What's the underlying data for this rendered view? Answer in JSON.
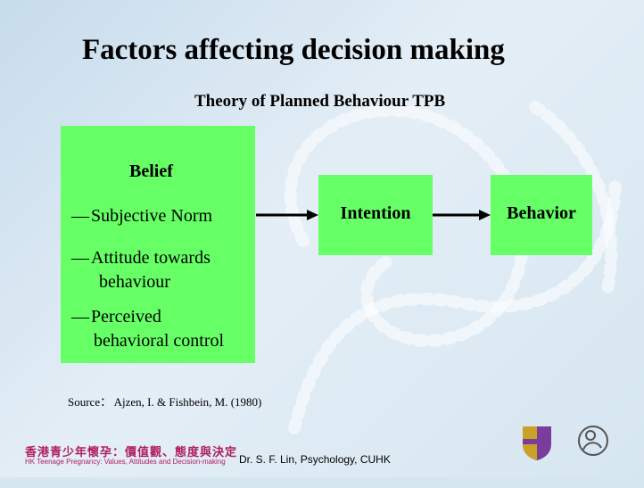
{
  "title": "Factors affecting decision making",
  "subtitle": "Theory of Planned Behaviour TPB",
  "belief": {
    "heading": "Belief",
    "dash": "—",
    "items": [
      {
        "line1": "Subjective Norm",
        "line2": ""
      },
      {
        "line1": "Attitude towards",
        "line2": "behaviour"
      },
      {
        "line1": "Perceived",
        "line2": "behavioral control"
      }
    ]
  },
  "intention": "Intention",
  "behavior": "Behavior",
  "source": "Source： Ajzen, I. & Fishbein, M. (1980)",
  "footer": {
    "chinese": "香港青少年懷孕：價值觀、態度與決定",
    "english": "HK Teenage Pregnancy: Values, Attitudes and Decision-making",
    "credit": "Dr. S. F. Lin, Psychology, CUHK"
  },
  "colors": {
    "box_fill": "#66ff66",
    "arrow": "#000000",
    "footer_text": "#b01d60"
  },
  "icons": [
    "cuhk-crest-icon",
    "mother-child-logo-icon"
  ]
}
